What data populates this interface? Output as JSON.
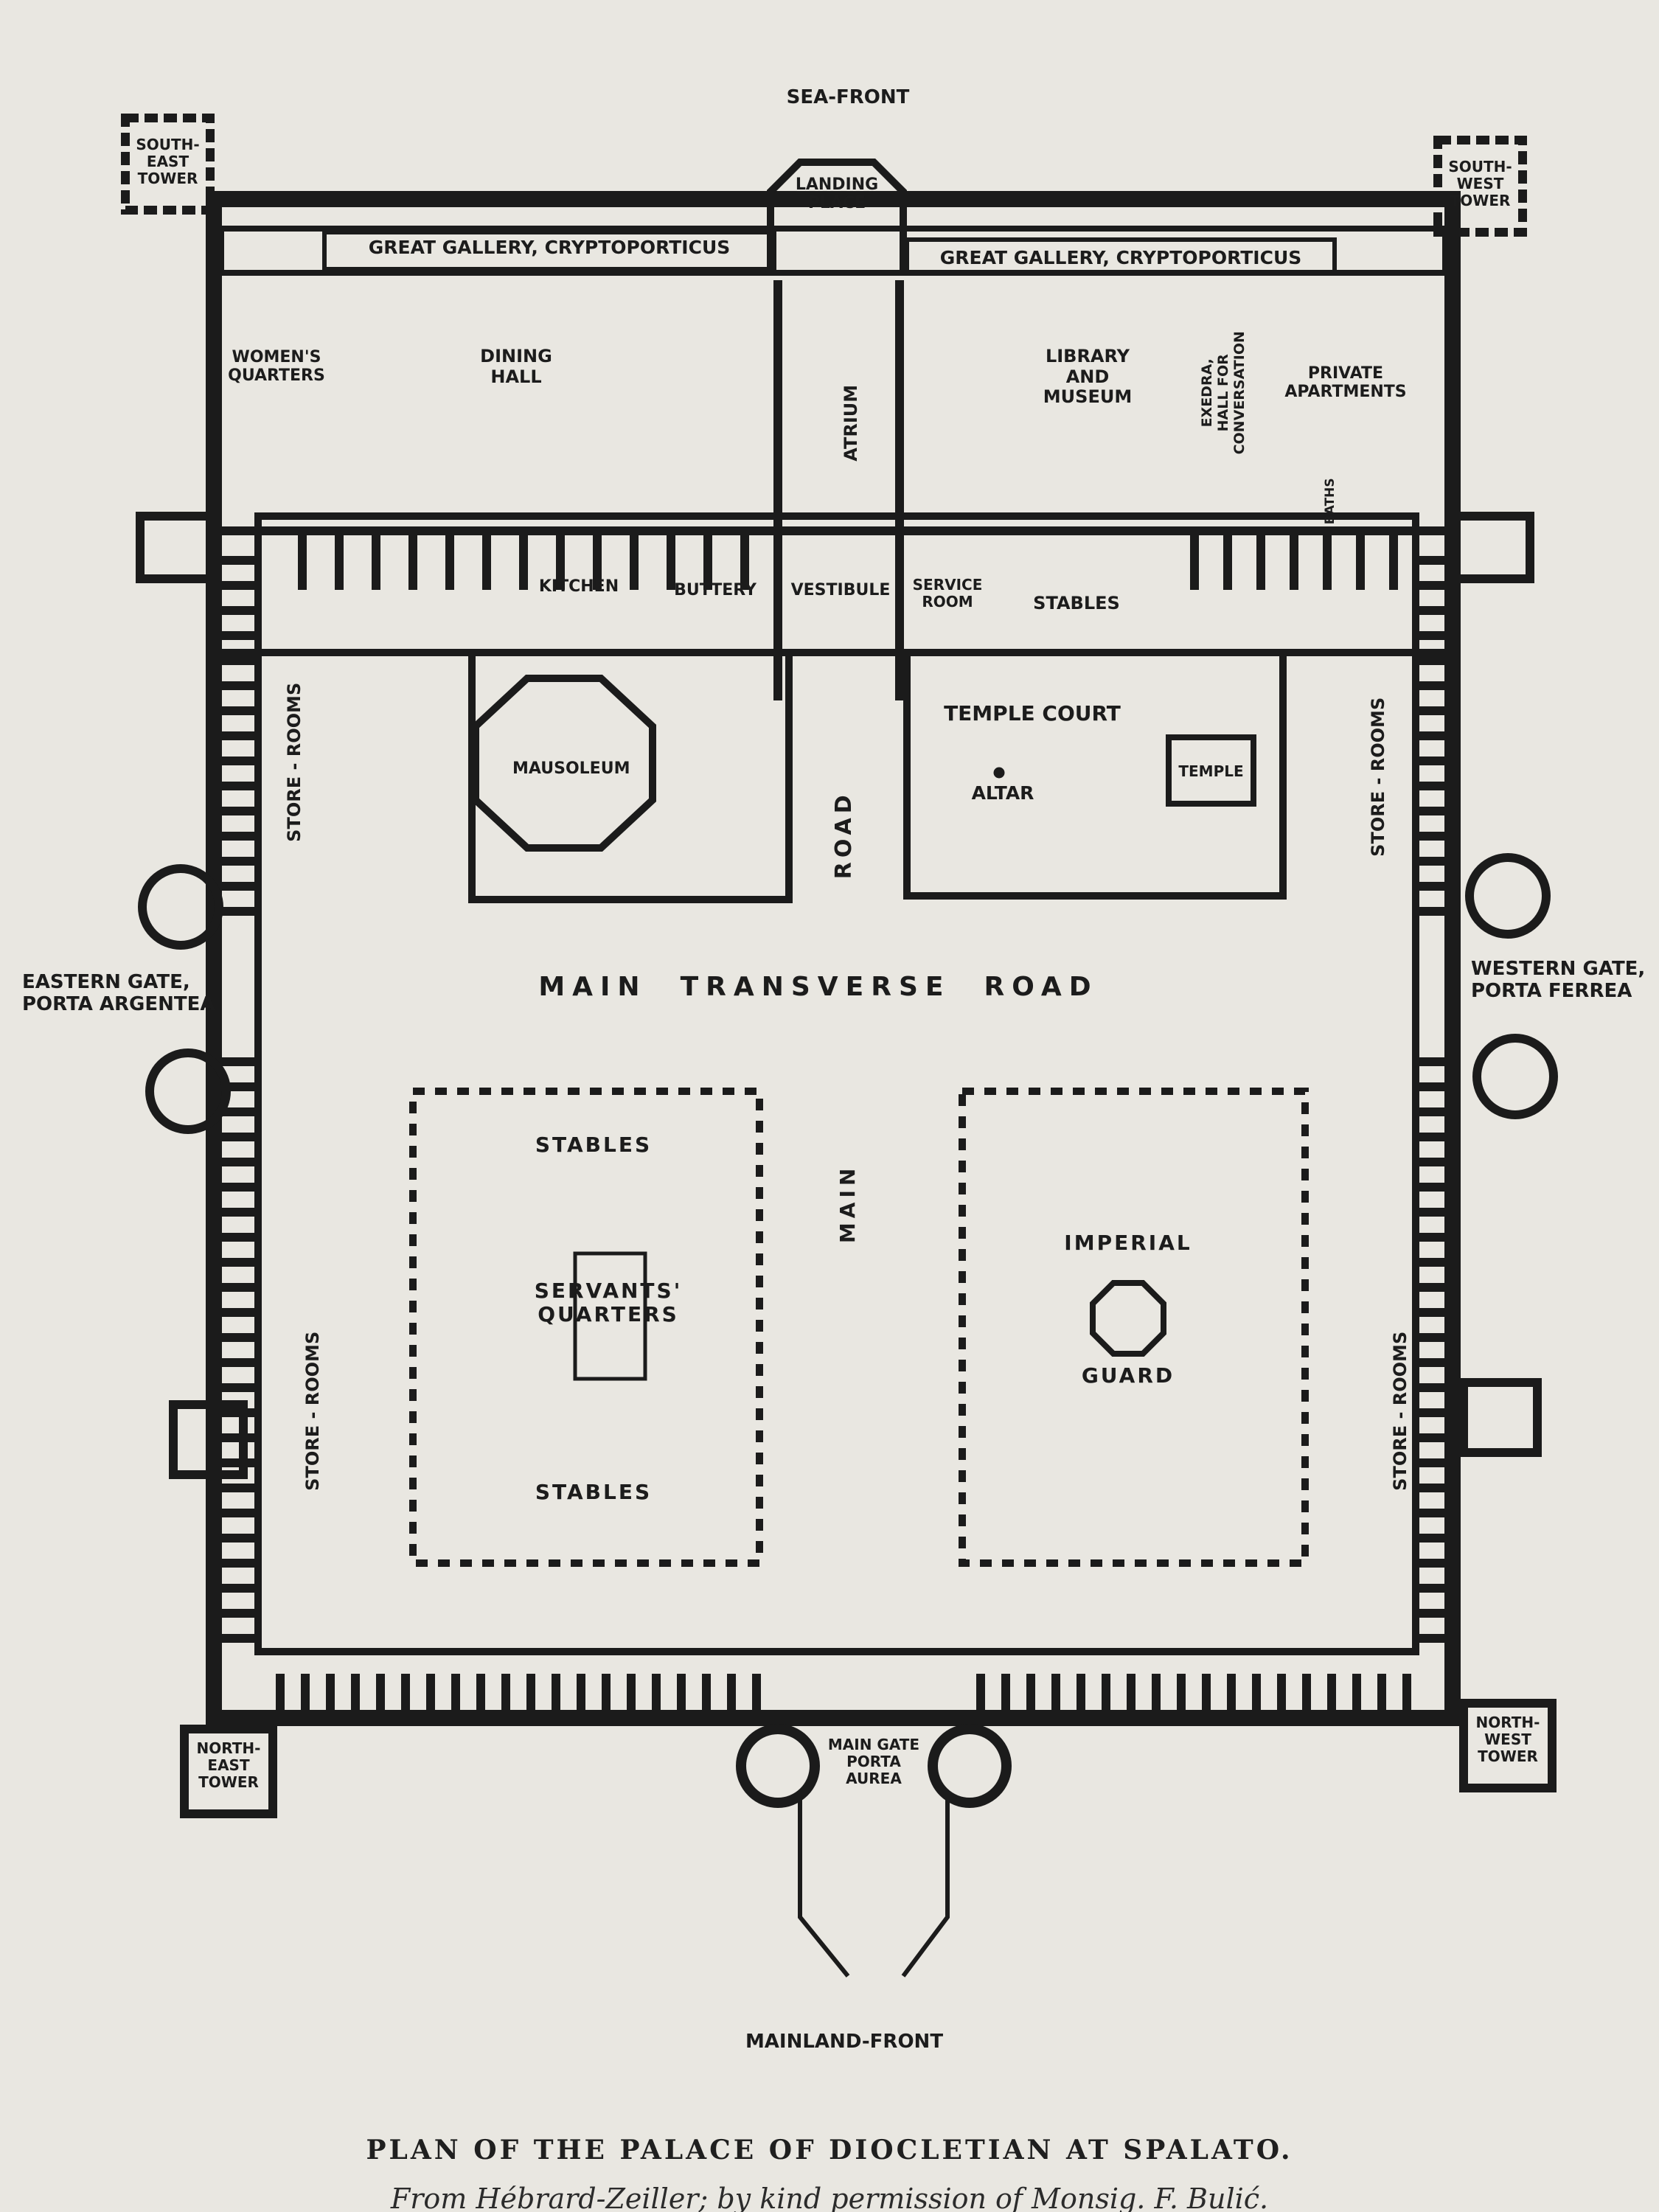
{
  "orientation": {
    "top": "SEA-FRONT",
    "bottom": "MAINLAND-FRONT"
  },
  "towers": {
    "south_east": "SOUTH-\nEAST\nTOWER",
    "south_west": "SOUTH-\nWEST\nTOWER",
    "north_east": "NORTH-\nEAST\nTOWER",
    "north_west": "NORTH-\nWEST\nTOWER"
  },
  "gates": {
    "landing_place": "LANDING\nPLACE",
    "eastern_gate": "EASTERN GATE,\nPORTA ARGENTEA",
    "western_gate": "WESTERN GATE,\nPORTA FERREA",
    "main_gate": "MAIN GATE\nPORTA\nAUREA"
  },
  "rooms": {
    "gallery_left": "GREAT GALLERY, CRYPTOPORTICUS",
    "gallery_right": "GREAT GALLERY, CRYPTOPORTICUS",
    "womens_quarters": "WOMEN'S\nQUARTERS",
    "dining_hall": "DINING\nHALL",
    "atrium": "ATRIUM",
    "library": "LIBRARY\nAND\nMUSEUM",
    "exedra": "EXEDRA,\nHALL FOR\nCONVERSATION",
    "private_apartments": "PRIVATE APARTMENTS",
    "baths": "BATHS",
    "kitchen": "KITCHEN",
    "buttery": "BUTTERY",
    "vestibule": "VESTIBULE",
    "service_room": "SERVICE\nROOM",
    "stables_north": "STABLES",
    "store_rooms_nw": "STORE - ROOMS",
    "store_rooms_ne": "STORE - ROOMS",
    "store_rooms_sw": "STORE - ROOMS",
    "store_rooms_se": "STORE - ROOMS",
    "mausoleum": "MAUSOLEUM",
    "temple_court": "TEMPLE COURT",
    "altar": "ALTAR",
    "temple": "TEMPLE",
    "road": "ROAD",
    "main_transverse_road": "MAIN  TRANSVERSE  ROAD",
    "main": "MAIN",
    "stables_upper": "STABLES",
    "servants_quarters": "SERVANTS'\nQUARTERS",
    "stables_lower": "STABLES",
    "imperial": "IMPERIAL",
    "guard": "GUARD"
  },
  "caption": "PLAN OF THE PALACE OF DIOCLETIAN AT SPALATO.",
  "credit": "From Hébrard-Zeiller; by kind permission of Monsig. F. Bulić."
}
